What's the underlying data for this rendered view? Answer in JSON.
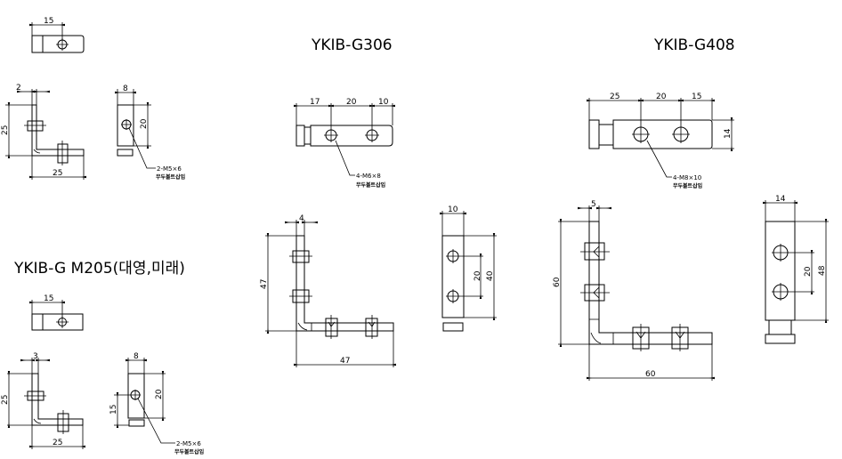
{
  "titles": {
    "g306": "YKIB-G306",
    "g408": "YKIB-G408",
    "m205": "YKIB-G M205(대영,미래)"
  },
  "colors": {
    "line": "#000000",
    "background": "#ffffff"
  },
  "part_a": {
    "top_dim": "15",
    "thick_dim": "2",
    "height_dim": "25",
    "length_dim": "25",
    "width_dim": "8",
    "hole_dim": "20",
    "callout": "2-M5×6",
    "note": "무두볼트삽입"
  },
  "part_m205": {
    "top_dim": "15",
    "thick_dim": "3",
    "height_dim": "25",
    "length_dim": "25",
    "width_dim": "8",
    "hole_dim": "20",
    "offset_dim": "15",
    "callout": "2-M5×6",
    "note": "무두볼트삽입"
  },
  "part_g306": {
    "top_dims": [
      "17",
      "20",
      "10"
    ],
    "callout": "4-M6×8",
    "note": "무두볼트삽입",
    "thick_dim": "4",
    "height_dim": "47",
    "length_dim": "47",
    "width_dim": "10",
    "pitch_dim": "20",
    "body_dim": "40"
  },
  "part_g408": {
    "top_dims": [
      "25",
      "20",
      "15"
    ],
    "top_height_dim": "14",
    "callout": "4-M8×10",
    "note": "무두볼트삽입",
    "thick_dim": "5",
    "height_dim": "60",
    "length_dim": "60",
    "width_dim": "14",
    "pitch_dim": "20",
    "body_dim": "48"
  }
}
